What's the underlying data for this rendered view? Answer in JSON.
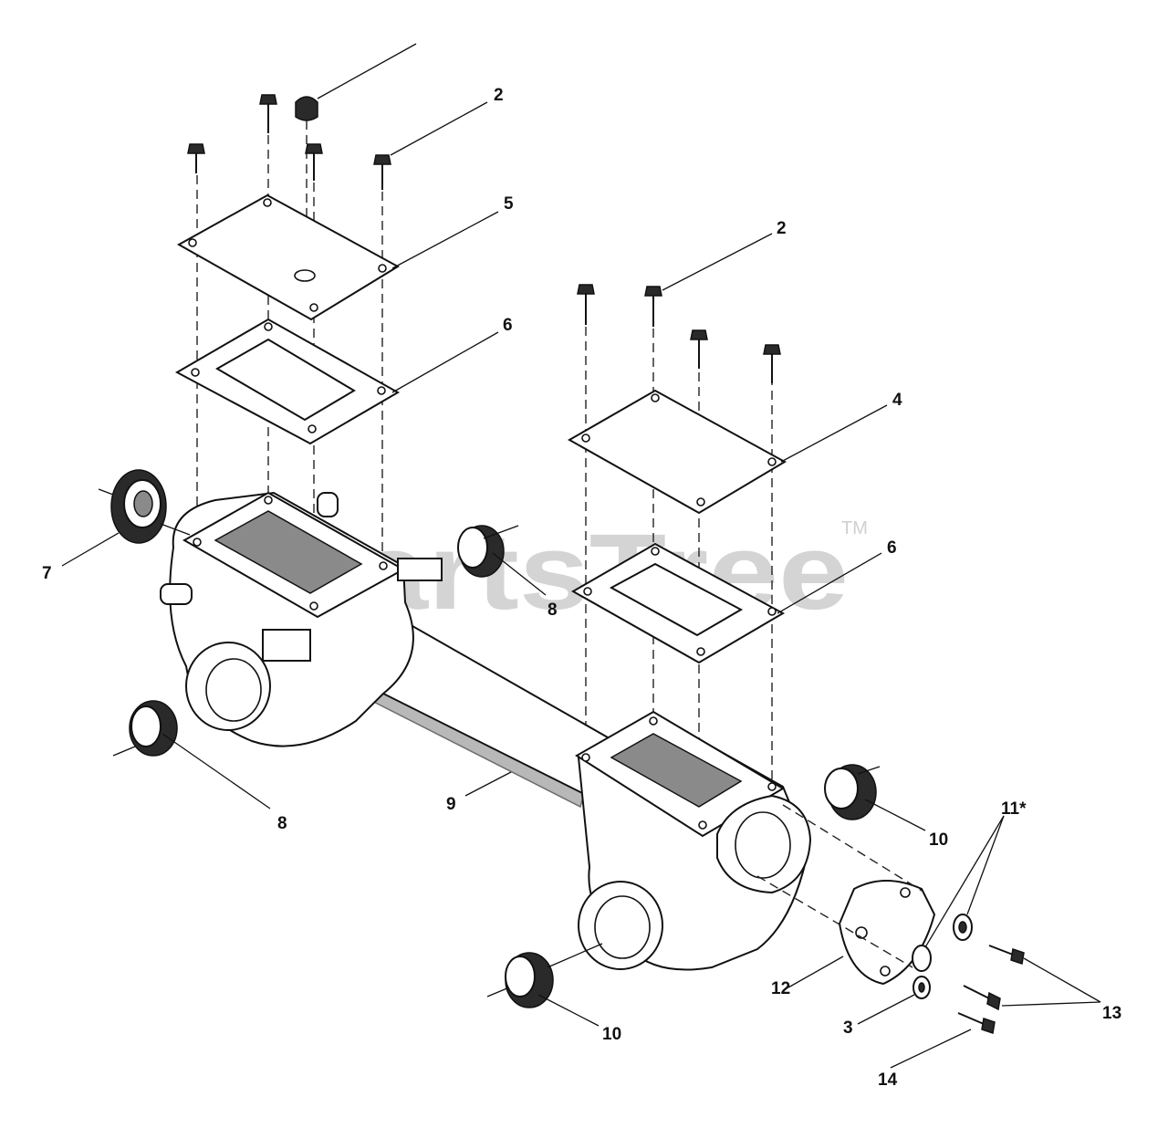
{
  "watermark": {
    "text": "PartsTree",
    "trademark": "TM"
  },
  "callouts": [
    {
      "id": "c-2a",
      "label": "2"
    },
    {
      "id": "c-2b",
      "label": "2"
    },
    {
      "id": "c-5",
      "label": "5"
    },
    {
      "id": "c-6a",
      "label": "6"
    },
    {
      "id": "c-6b",
      "label": "6"
    },
    {
      "id": "c-4",
      "label": "4"
    },
    {
      "id": "c-7",
      "label": "7"
    },
    {
      "id": "c-8a",
      "label": "8"
    },
    {
      "id": "c-8b",
      "label": "8"
    },
    {
      "id": "c-9",
      "label": "9"
    },
    {
      "id": "c-10a",
      "label": "10"
    },
    {
      "id": "c-10b",
      "label": "10"
    },
    {
      "id": "c-11",
      "label": "11*"
    },
    {
      "id": "c-12",
      "label": "12"
    },
    {
      "id": "c-3",
      "label": "3"
    },
    {
      "id": "c-13",
      "label": "13"
    },
    {
      "id": "c-14",
      "label": "14"
    }
  ]
}
